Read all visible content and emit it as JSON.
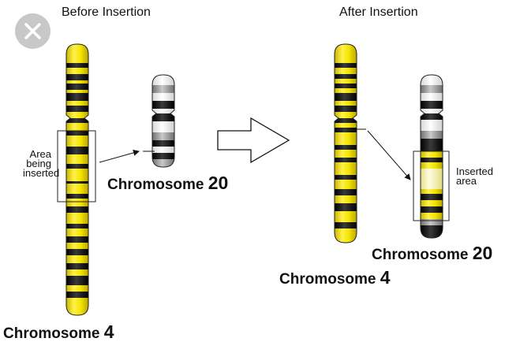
{
  "headings": {
    "before": "Before Insertion",
    "after": "After Insertion"
  },
  "labels": {
    "area_being_inserted": [
      "Area",
      "being",
      "inserted"
    ],
    "inserted_area": [
      "Inserted",
      "area"
    ]
  },
  "chromosomes": {
    "before_chr4": {
      "name": "Chromosome",
      "number": "4"
    },
    "before_chr20": {
      "name": "Chromosome",
      "number": "20"
    },
    "after_chr20": {
      "name": "Chromosome",
      "number": "20"
    },
    "after_chr4": {
      "name": "Chromosome",
      "number": "4"
    }
  },
  "icons": {
    "close": "close-icon",
    "arrow": "right-arrow-icon"
  },
  "colors": {
    "yellow_band": "#f5e400",
    "dark_band": "#111111",
    "gray_band": "#9a9a9a",
    "pale_band": "#fff9b0",
    "close_bg": "#c8c8c8"
  }
}
